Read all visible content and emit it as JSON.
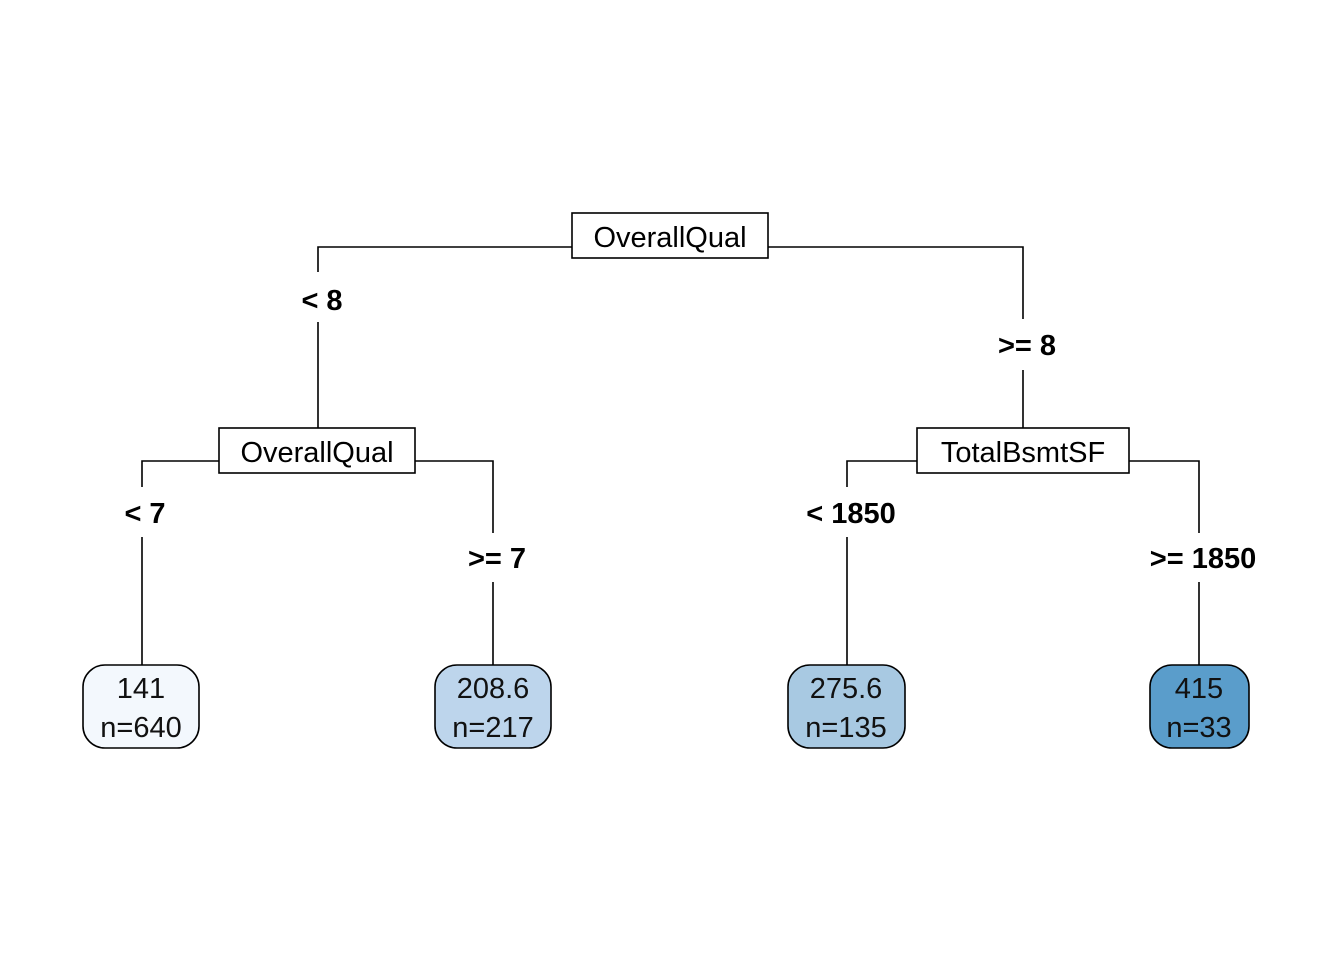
{
  "tree": {
    "root": {
      "label": "OverallQual",
      "left_branch": "< 8",
      "right_branch": ">= 8"
    },
    "left_split": {
      "label": "OverallQual",
      "left_branch": "< 7",
      "right_branch": ">= 7"
    },
    "right_split": {
      "label": "TotalBsmtSF",
      "left_branch": "< 1850",
      "right_branch": ">= 1850"
    },
    "leaves": [
      {
        "value": "141",
        "n": "n=640",
        "color": "#f3f8fd"
      },
      {
        "value": "208.6",
        "n": "n=217",
        "color": "#bdd5ec"
      },
      {
        "value": "275.6",
        "n": "n=135",
        "color": "#a8c9e2"
      },
      {
        "value": "415",
        "n": "n=33",
        "color": "#5a9dcb"
      }
    ]
  }
}
